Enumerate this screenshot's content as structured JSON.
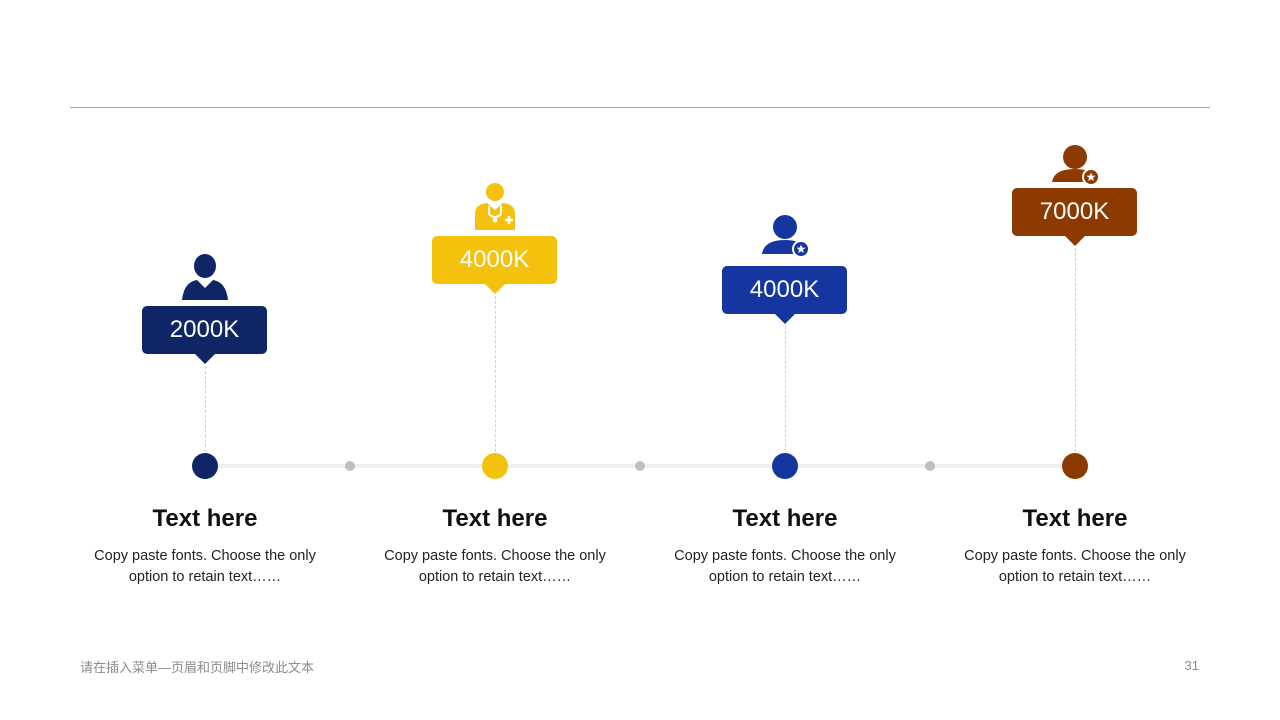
{
  "colors": {
    "navy": "#0f2565",
    "yellow": "#f4c20d",
    "blue": "#1535a0",
    "brown": "#8c3a00"
  },
  "items": [
    {
      "value": "2000K",
      "title": "Text here",
      "desc_line1": "Copy paste fonts. Choose the only",
      "desc_line2": "option to retain text……",
      "icon": "person-icon"
    },
    {
      "value": "4000K",
      "title": "Text here",
      "desc_line1": "Copy paste fonts. Choose the only",
      "desc_line2": "option to retain text……",
      "icon": "doctor-icon"
    },
    {
      "value": "4000K",
      "title": "Text here",
      "desc_line1": "Copy paste fonts. Choose the only",
      "desc_line2": "option to retain text……",
      "icon": "user-star-icon"
    },
    {
      "value": "7000K",
      "title": "Text here",
      "desc_line1": "Copy paste fonts. Choose the only",
      "desc_line2": "option to retain text……",
      "icon": "user-star-icon"
    }
  ],
  "footer": {
    "text": "请在插入菜单—页眉和页脚中修改此文本",
    "page": "31"
  }
}
